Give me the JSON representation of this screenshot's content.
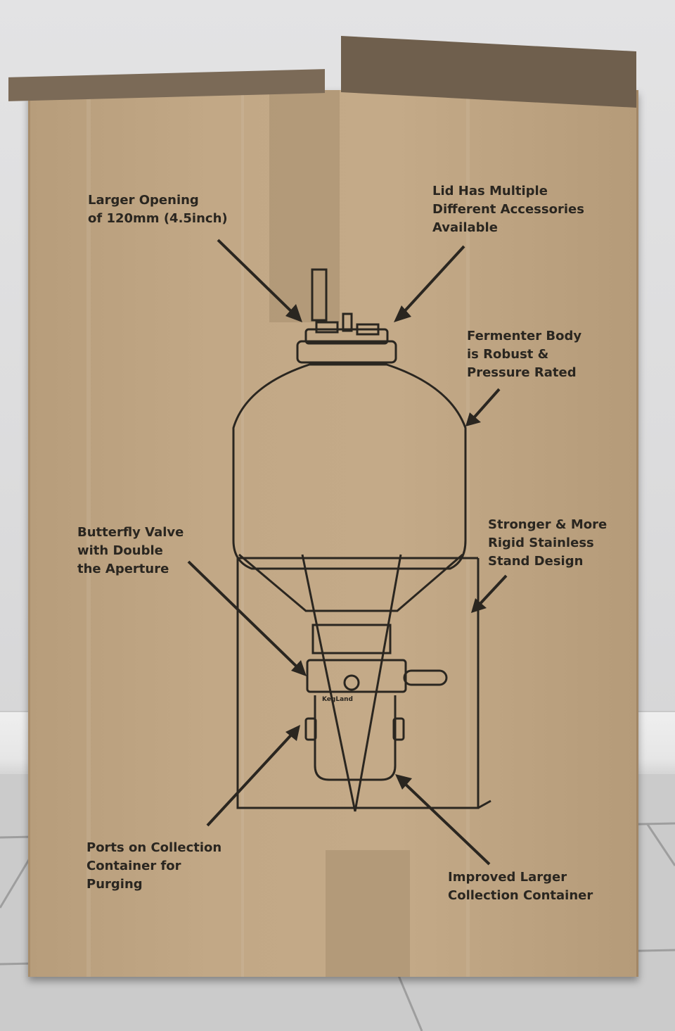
{
  "box_labels": {
    "larger_opening": "Larger Opening\nof 120mm (4.5inch)",
    "lid_accessories": "Lid Has Multiple\nDifferent Accessories\nAvailable",
    "fermenter_body": "Fermenter Body\nis Robust &\nPressure Rated",
    "butterfly_valve": "Butterfly Valve\nwith Double\nthe Aperture",
    "stainless_stand": "Stronger & More\nRigid Stainless\nStand Design",
    "ports_collection": "Ports on Collection\nContainer for\nPurging",
    "improved_container": "Improved Larger\nCollection Container",
    "brand": "KegLand"
  },
  "colors": {
    "cardboard": "#c2a886",
    "ink": "#2a2620",
    "wall": "#dedede",
    "floor": "#cbcbcb"
  }
}
